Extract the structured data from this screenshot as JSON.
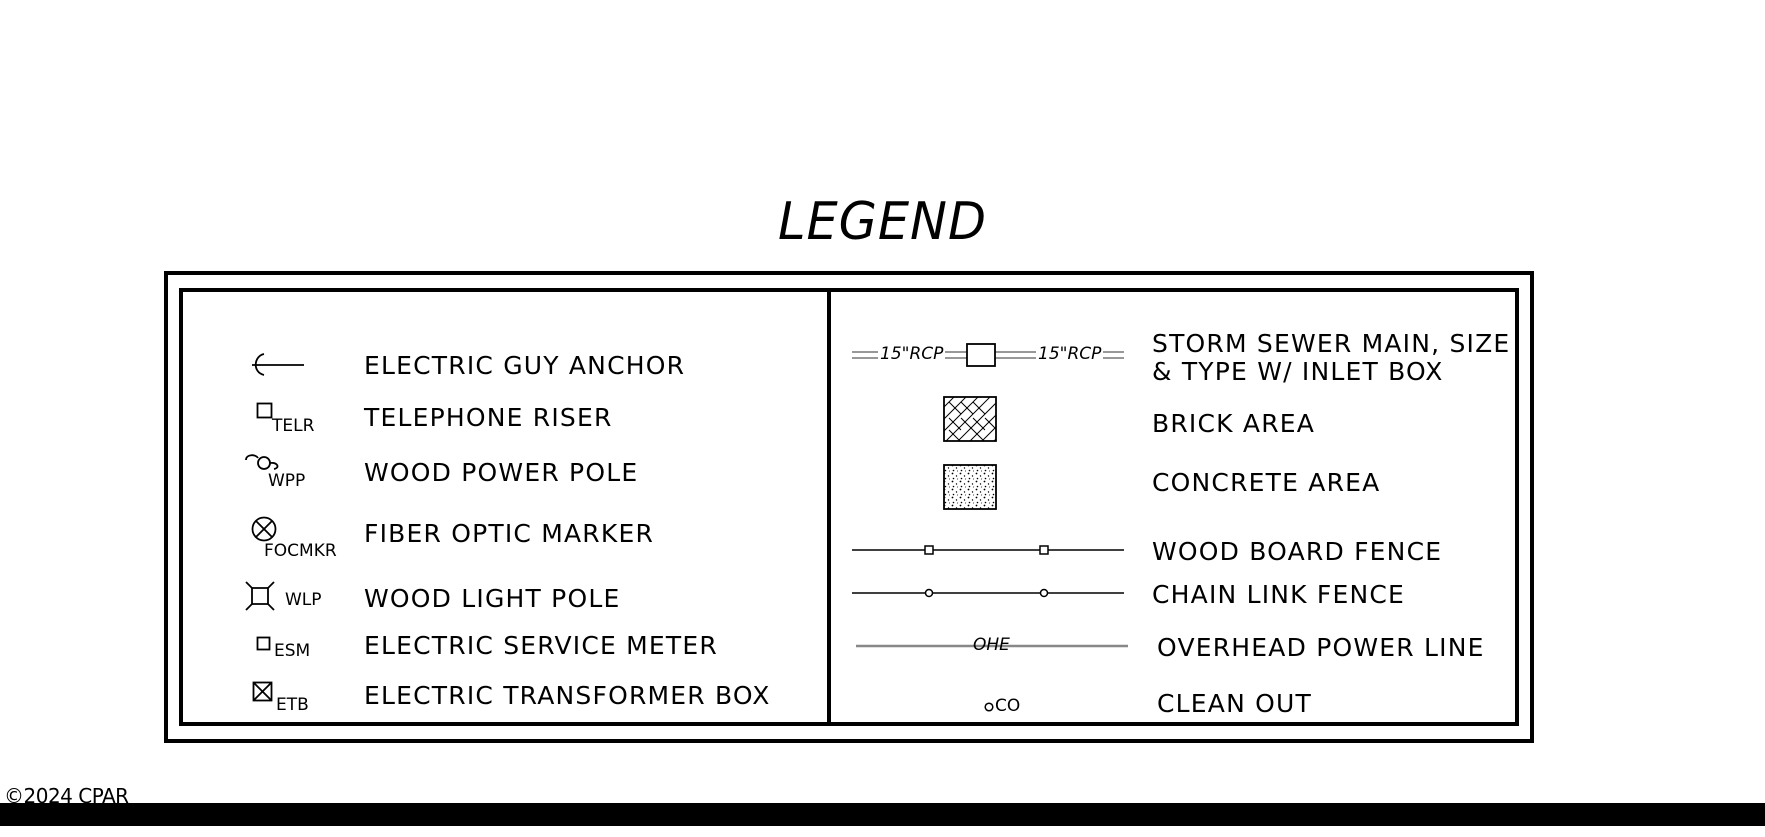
{
  "title": "LEGEND",
  "left_items": [
    {
      "label": "ELECTRIC GUY ANCHOR",
      "icon": "guy-anchor-icon",
      "tag": ""
    },
    {
      "label": "TELEPHONE RISER",
      "icon": "square-icon",
      "tag": "TELR"
    },
    {
      "label": "WOOD POWER POLE",
      "icon": "power-pole-icon",
      "tag": "WPP"
    },
    {
      "label": "FIBER OPTIC MARKER",
      "icon": "circle-x-icon",
      "tag": "FOCMKR"
    },
    {
      "label": "WOOD LIGHT POLE",
      "icon": "light-pole-icon",
      "tag": "WLP"
    },
    {
      "label": "ELECTRIC SERVICE METER",
      "icon": "square-icon",
      "tag": "ESM"
    },
    {
      "label": "ELECTRIC TRANSFORMER BOX",
      "icon": "boxed-x-icon",
      "tag": "ETB"
    }
  ],
  "right_items": [
    {
      "label_line1": "STORM SEWER MAIN, SIZE",
      "label_line2": "& TYPE W/ INLET BOX",
      "icon": "storm-sewer-line-icon",
      "pipe_label_left": "15\"RCP",
      "pipe_label_right": "15\"RCP"
    },
    {
      "label": "BRICK AREA",
      "icon": "brick-hatch-icon"
    },
    {
      "label": "CONCRETE AREA",
      "icon": "concrete-stipple-icon"
    },
    {
      "label": "WOOD BOARD FENCE",
      "icon": "wood-fence-line-icon"
    },
    {
      "label": "CHAIN LINK FENCE",
      "icon": "chain-link-line-icon"
    },
    {
      "label": "OVERHEAD POWER LINE",
      "icon": "overhead-line-icon",
      "line_label": "OHE"
    },
    {
      "label": "CLEAN OUT",
      "icon": "small-circle-icon",
      "tag": "CO"
    }
  ],
  "copyright": "©2024 CPAR"
}
